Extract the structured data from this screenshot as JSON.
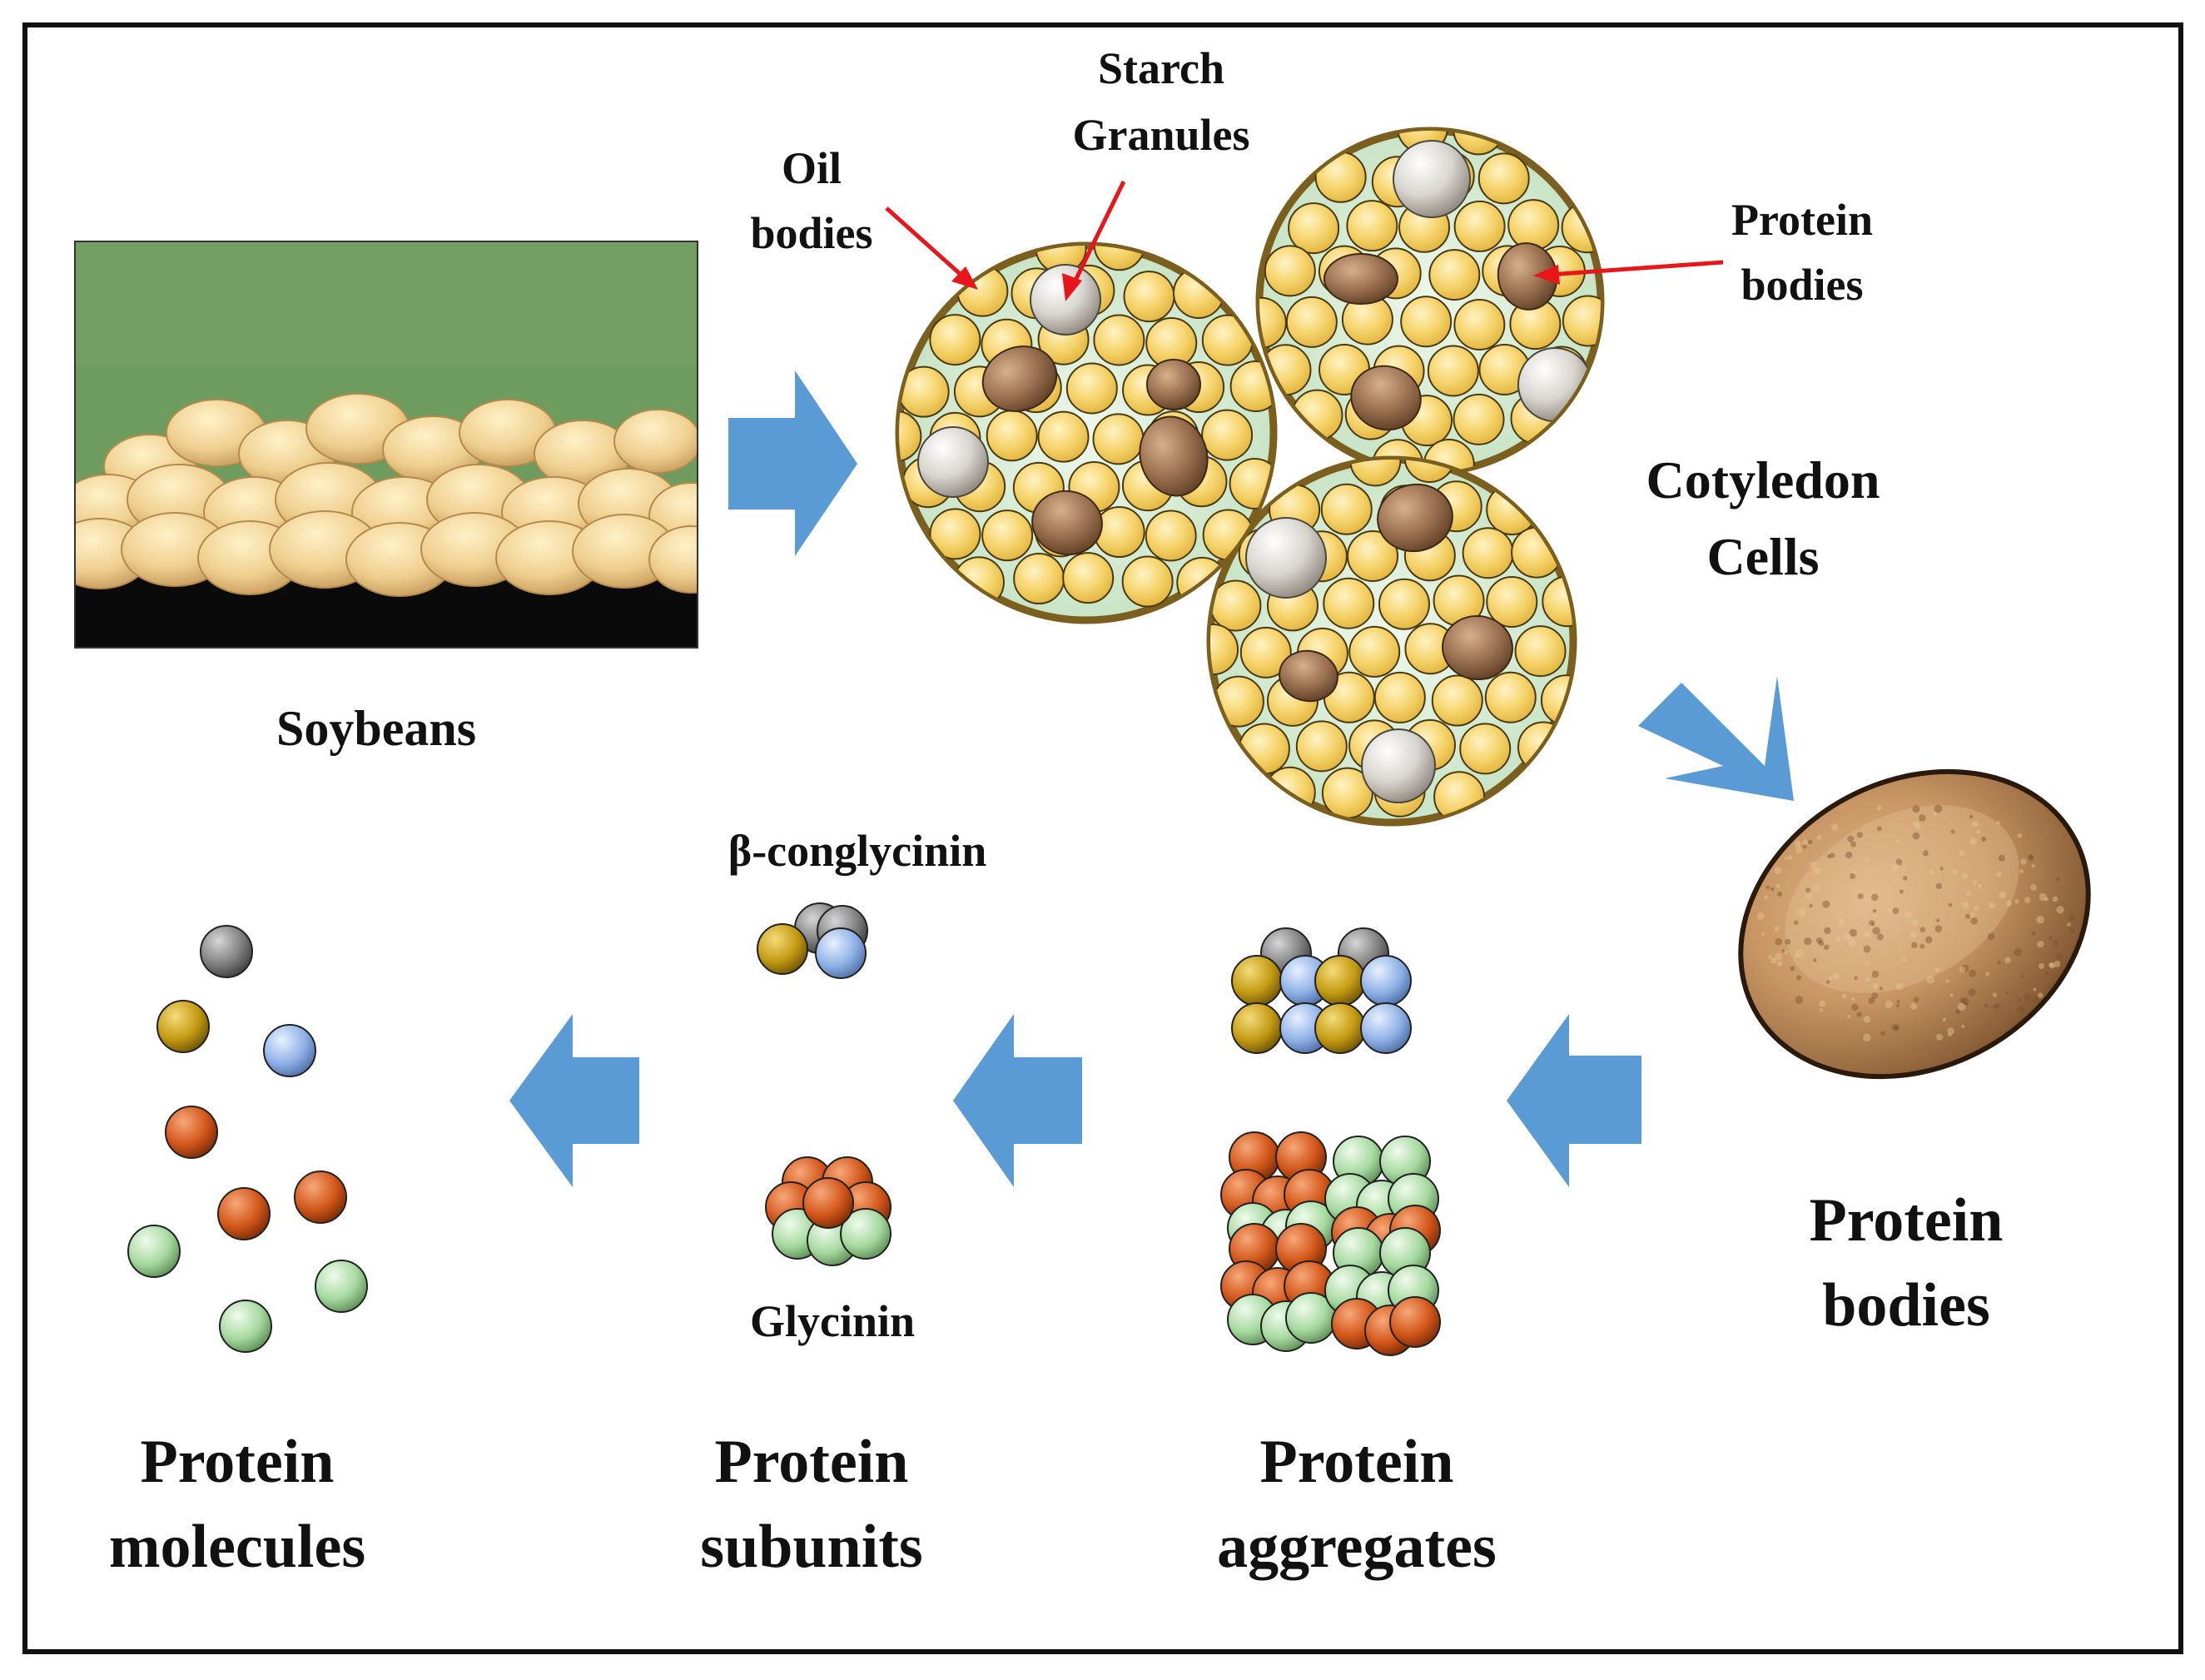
{
  "labels": {
    "soybeans": "Soybeans",
    "oil_bodies": [
      "Oil",
      "bodies"
    ],
    "starch_granules": [
      "Starch",
      "Granules"
    ],
    "protein_bodies_small": [
      "Protein",
      "bodies"
    ],
    "cotyledon_cells": [
      "Cotyledon",
      "Cells"
    ],
    "protein_bodies": [
      "Protein",
      "bodies"
    ],
    "beta_conglycinin": "β-conglycinin",
    "glycinin": "Glycinin",
    "protein_aggregates": [
      "Protein",
      "aggregates"
    ],
    "protein_subunits": [
      "Protein",
      "subunits"
    ],
    "protein_molecules": [
      "Protein",
      "molecules"
    ]
  },
  "colors": {
    "frame": "#111111",
    "flow_arrow": "#5b9bd5",
    "pointer_arrow": "#e8151b",
    "cell_wall": "#7a5f1e",
    "cell_fill": "#d3ead1",
    "oil_body": "#f7d36a",
    "starch_granule": "#d9d6d0",
    "protein_body": "#9a7050",
    "photo_background": "#6e9b5e",
    "subunit_gray": "#808080",
    "subunit_gold": "#c39a12",
    "subunit_blue": "#8fb1e6",
    "subunit_orange": "#d2561a",
    "subunit_green": "#a6d9a0"
  }
}
